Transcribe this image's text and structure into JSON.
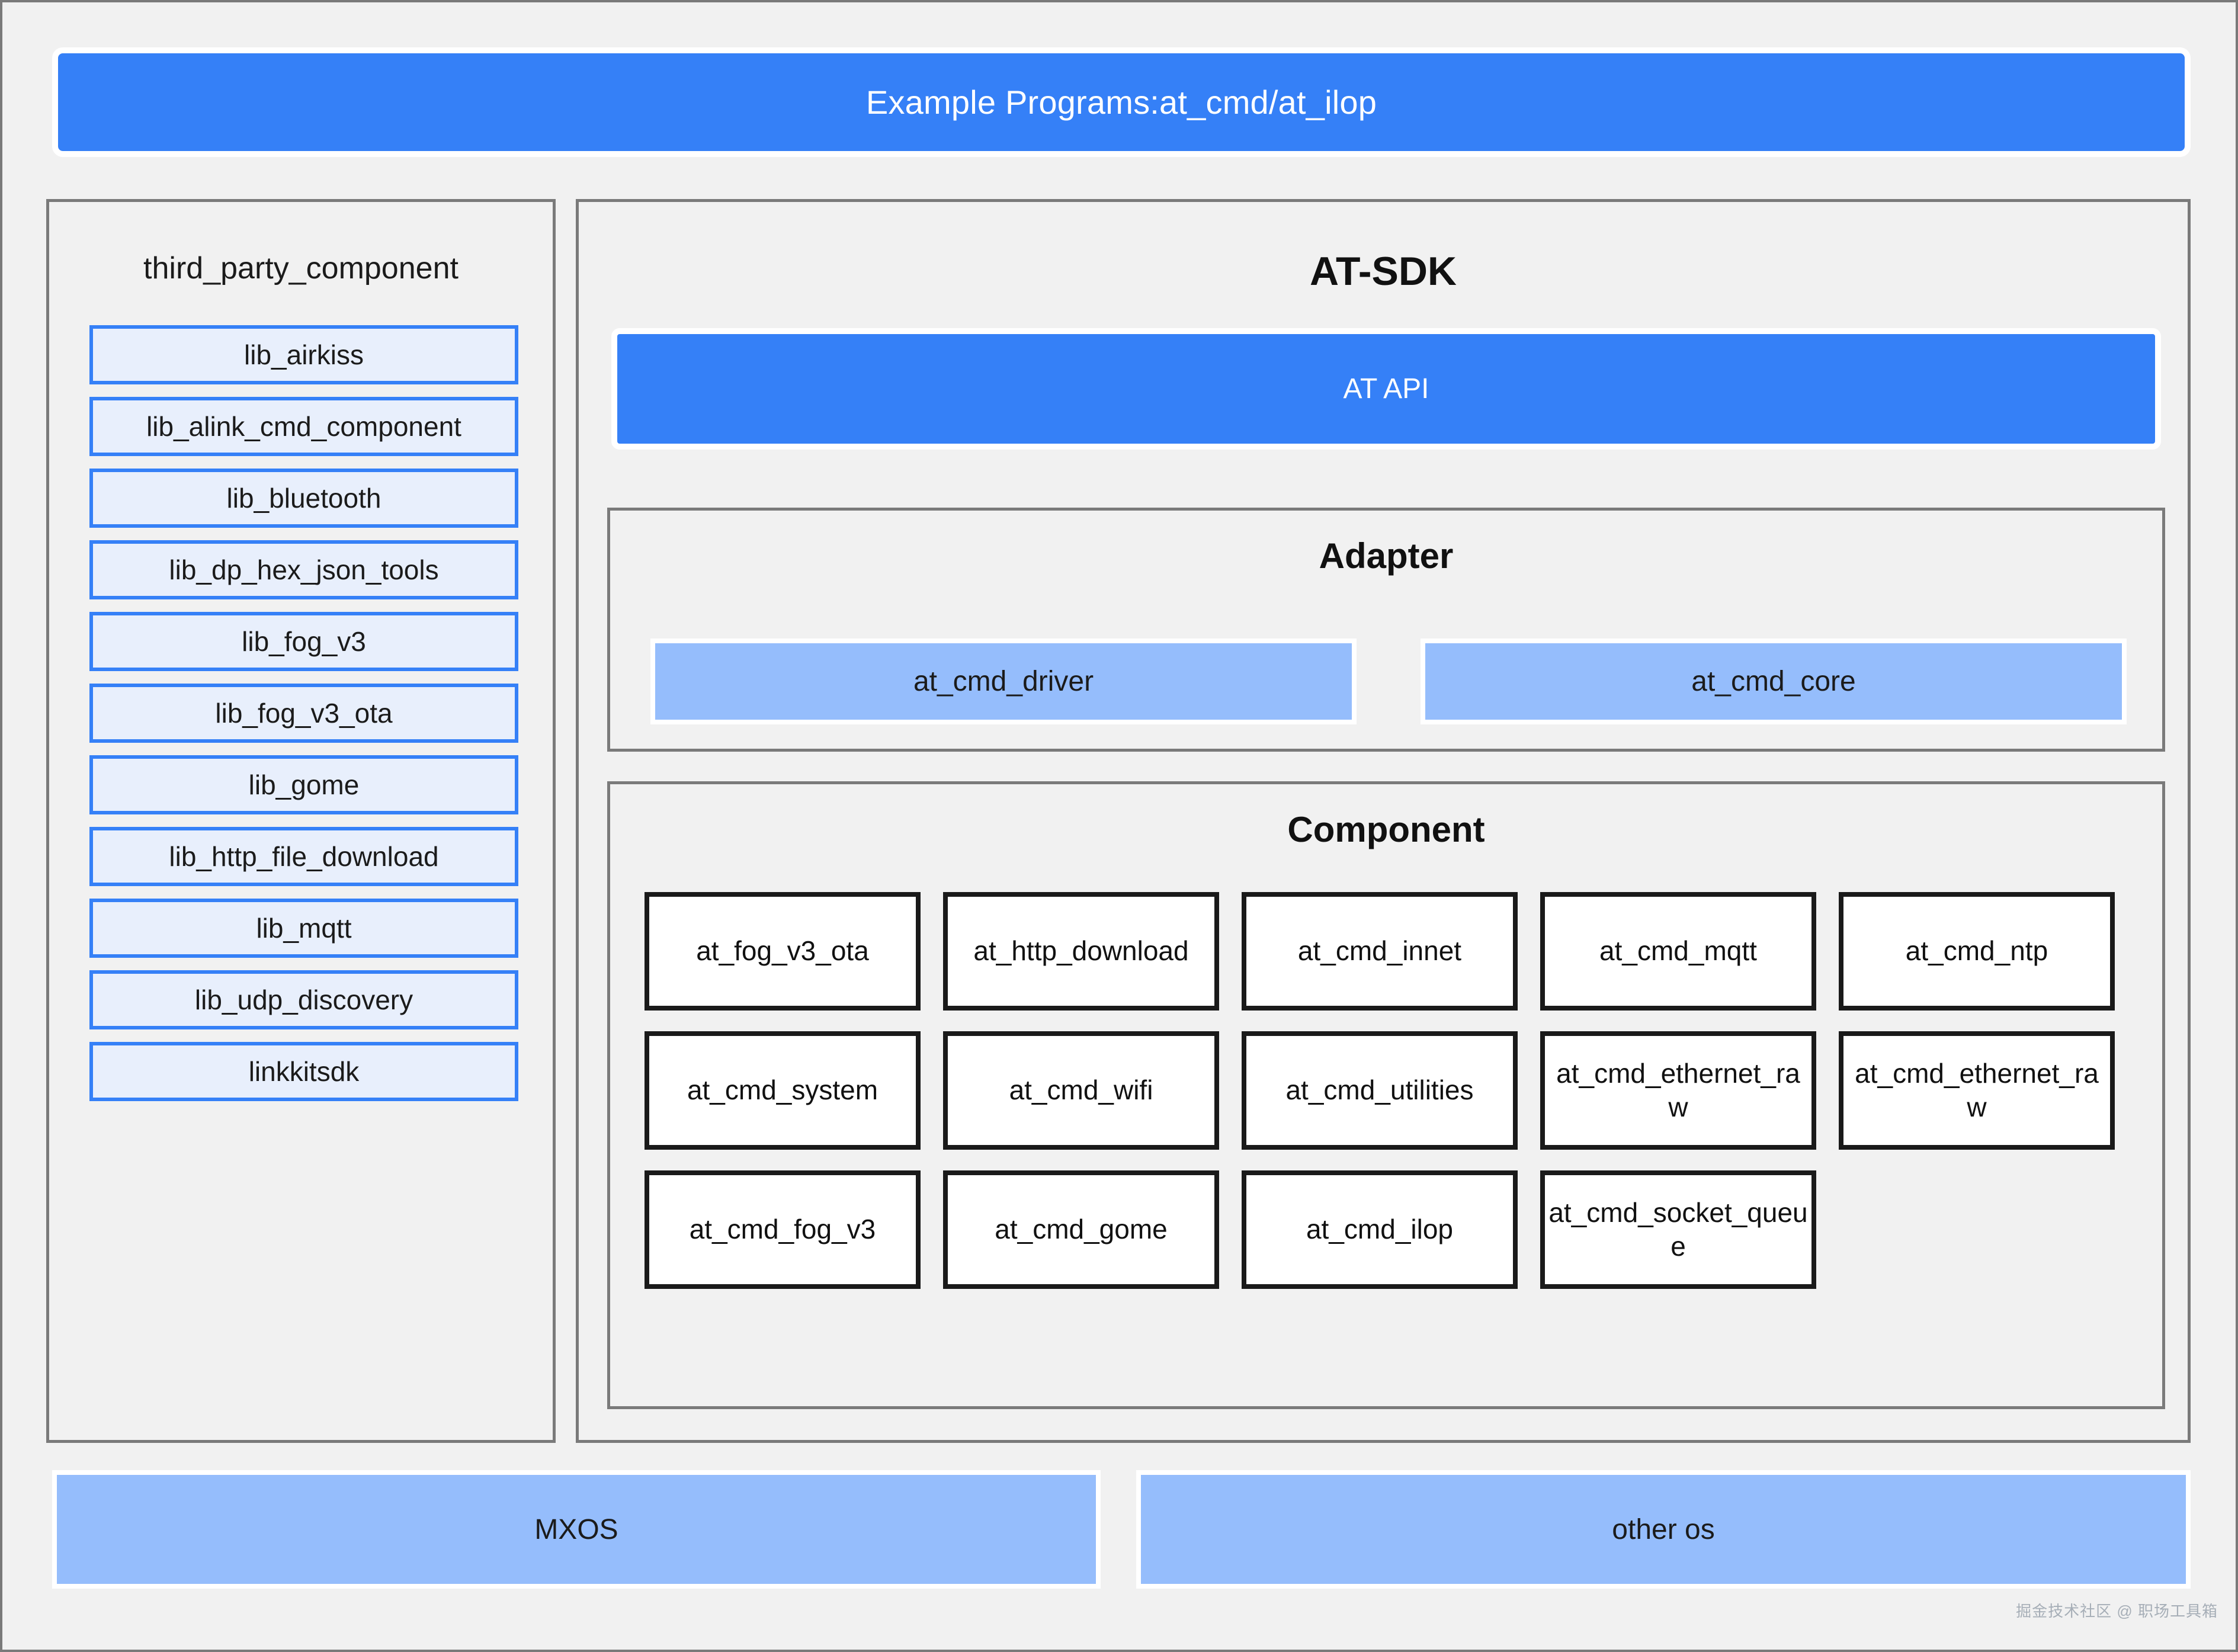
{
  "banner": {
    "title": "Example Programs:at_cmd/at_ilop"
  },
  "third_party": {
    "title": "third_party_component",
    "items": [
      {
        "label": "lib_airkiss"
      },
      {
        "label": "lib_alink_cmd_component"
      },
      {
        "label": "lib_bluetooth"
      },
      {
        "label": "lib_dp_hex_json_tools"
      },
      {
        "label": "lib_fog_v3"
      },
      {
        "label": "lib_fog_v3_ota"
      },
      {
        "label": "lib_gome"
      },
      {
        "label": "lib_http_file_download"
      },
      {
        "label": "lib_mqtt"
      },
      {
        "label": "lib_udp_discovery"
      },
      {
        "label": "linkkitsdk"
      }
    ]
  },
  "sdk": {
    "title": "AT-SDK",
    "at_api_label": "AT API",
    "adapter": {
      "title": "Adapter",
      "items": [
        {
          "label": "at_cmd_driver"
        },
        {
          "label": "at_cmd_core"
        }
      ]
    },
    "component": {
      "title": "Component",
      "rows": [
        [
          {
            "label": "at_fog_v3_ota"
          },
          {
            "label": "at_http_download"
          },
          {
            "label": "at_cmd_innet"
          },
          {
            "label": "at_cmd_mqtt"
          },
          {
            "label": "at_cmd_ntp"
          }
        ],
        [
          {
            "label": "at_cmd_system"
          },
          {
            "label": "at_cmd_wifi"
          },
          {
            "label": "at_cmd_utilities"
          },
          {
            "label": "at_cmd_ethernet_raw"
          },
          {
            "label": "at_cmd_ethernet_raw"
          }
        ],
        [
          {
            "label": "at_cmd_fog_v3"
          },
          {
            "label": "at_cmd_gome"
          },
          {
            "label": "at_cmd_ilop"
          },
          {
            "label": "at_cmd_socket_queue"
          }
        ]
      ]
    }
  },
  "os": {
    "items": [
      {
        "label": "MXOS"
      },
      {
        "label": "other os"
      }
    ]
  },
  "watermark": {
    "text": "掘金技术社区 @ 职场工具箱"
  },
  "colors": {
    "accent_blue": "#3580f7",
    "light_blue_fill": "#95bdfc",
    "pale_blue_fill": "#e8effc",
    "page_bg": "#f1f1f1",
    "gray_border": "#7a7a7a",
    "black_border": "#1a1a1a"
  }
}
